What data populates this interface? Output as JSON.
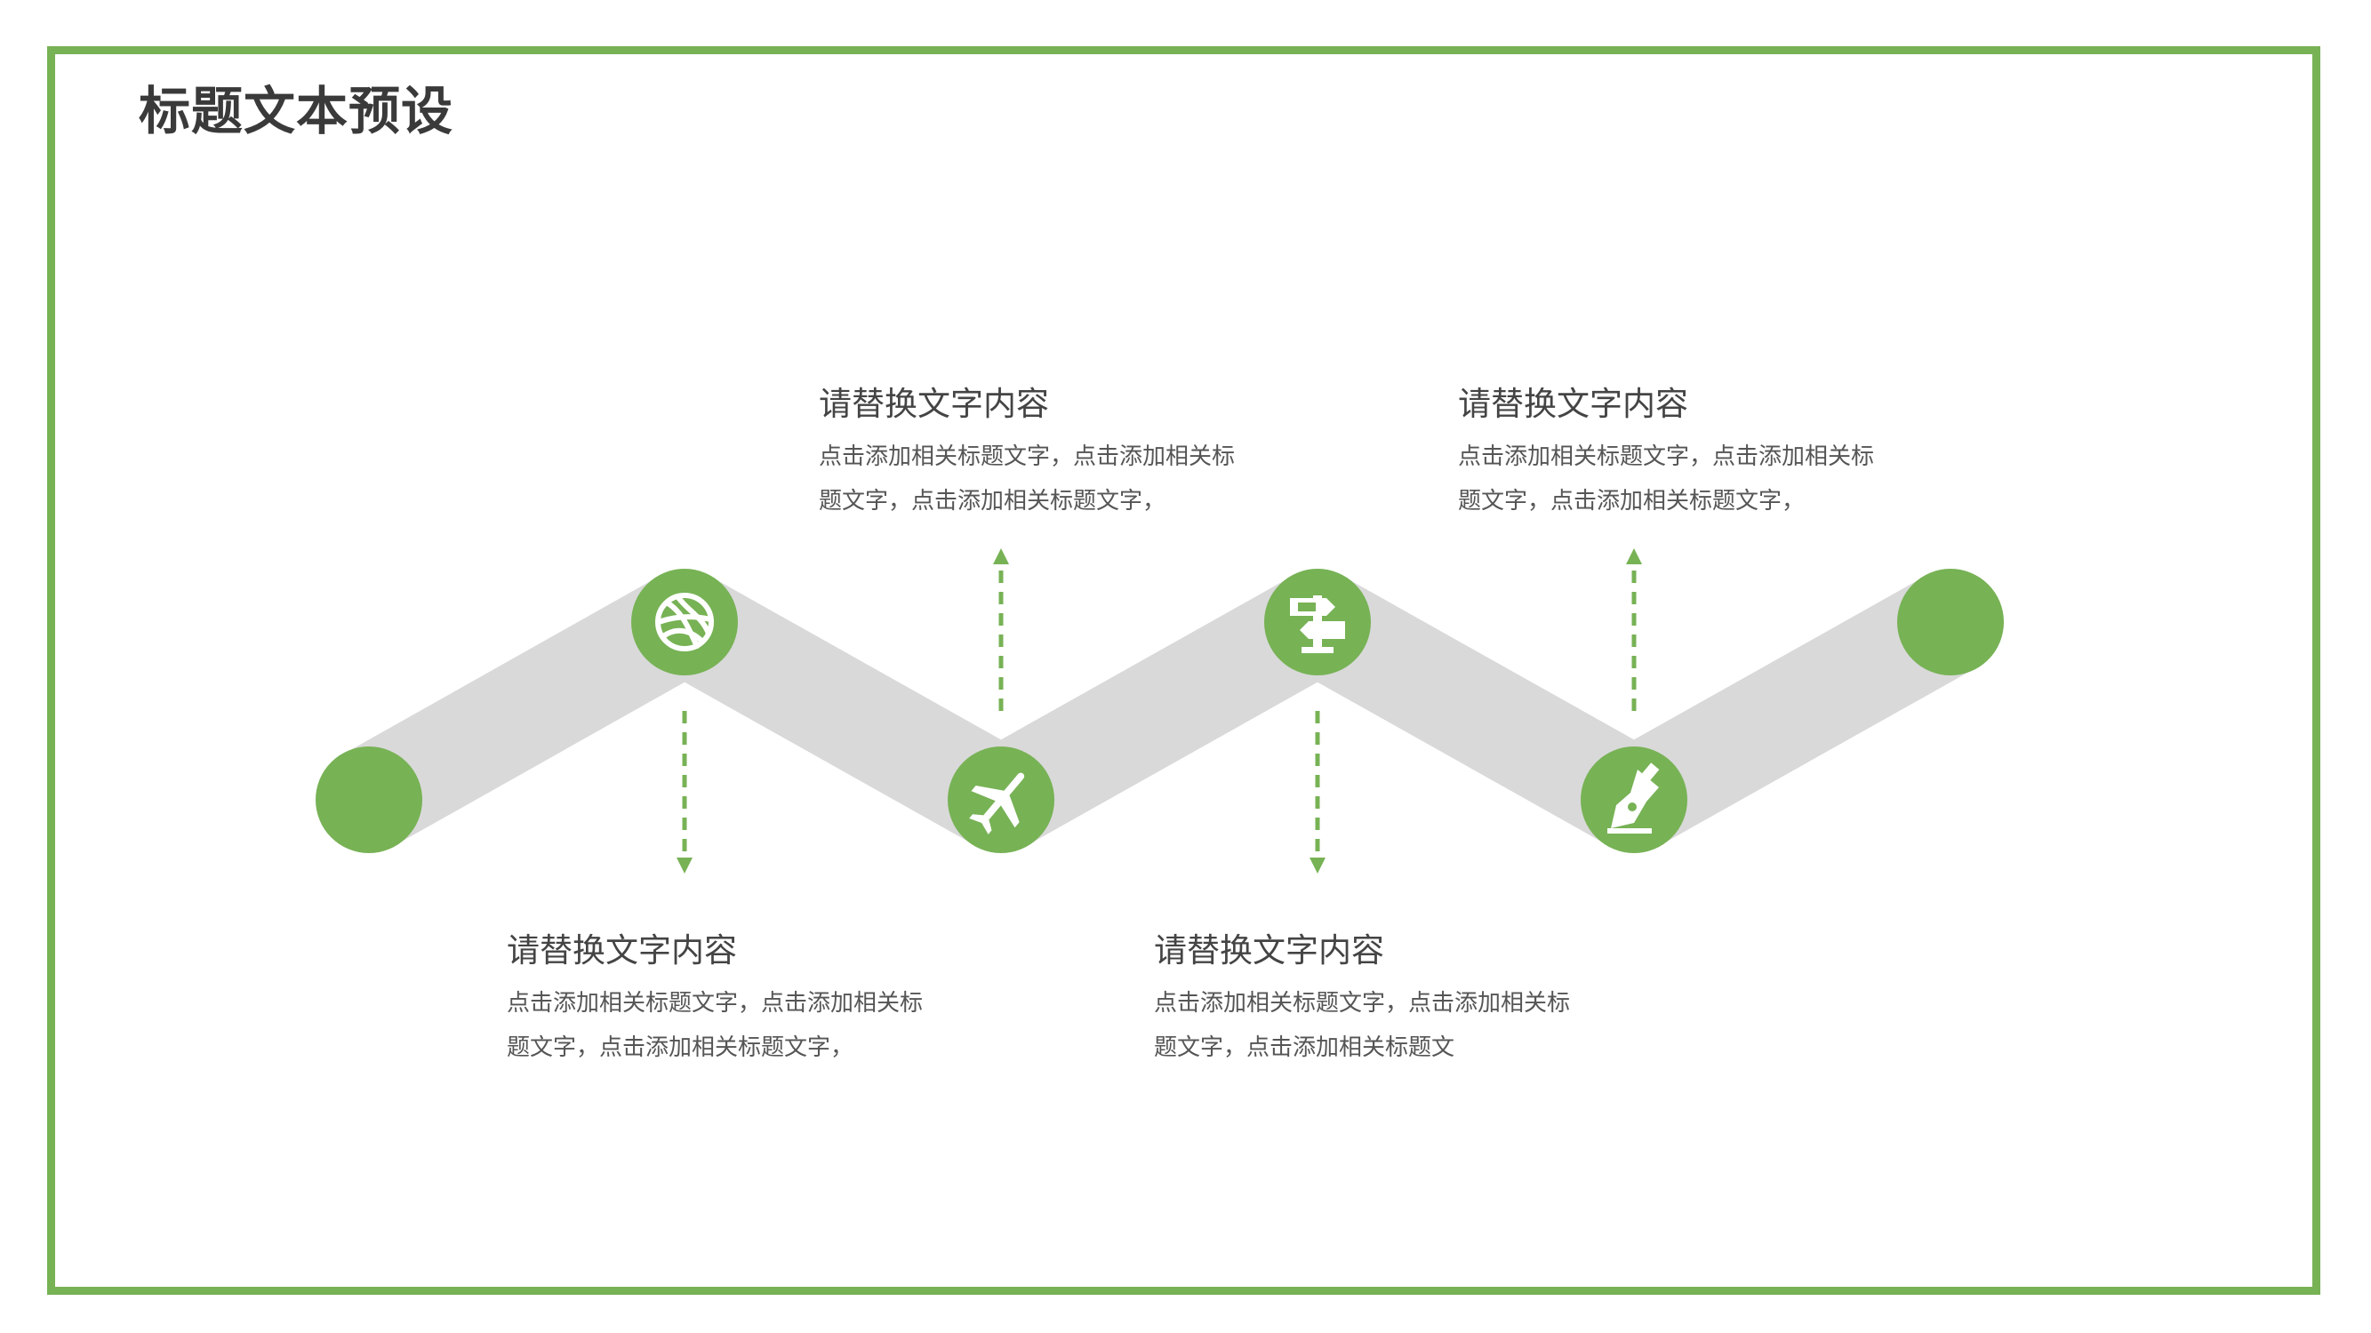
{
  "title": "标题文本预设",
  "colors": {
    "accent": "#77b255",
    "track": "#d9d9d9",
    "frame": "#77b255",
    "text": "#444444"
  },
  "steps": [
    {
      "icon": "dribbble-ball-icon",
      "heading": "请替换文字内容",
      "body": "点击添加相关标题文字，点击添加相关标题文字，点击添加相关标题文字，"
    },
    {
      "icon": "airplane-icon",
      "heading": "请替换文字内容",
      "body": "点击添加相关标题文字，点击添加相关标题文字，点击添加相关标题文字，"
    },
    {
      "icon": "signpost-icon",
      "heading": "请替换文字内容",
      "body": "点击添加相关标题文字，点击添加相关标题文字，点击添加相关标题文"
    },
    {
      "icon": "pen-nib-icon",
      "heading": "请替换文字内容",
      "body": "点击添加相关标题文字，点击添加相关标题文字，点击添加相关标题文字，"
    }
  ]
}
